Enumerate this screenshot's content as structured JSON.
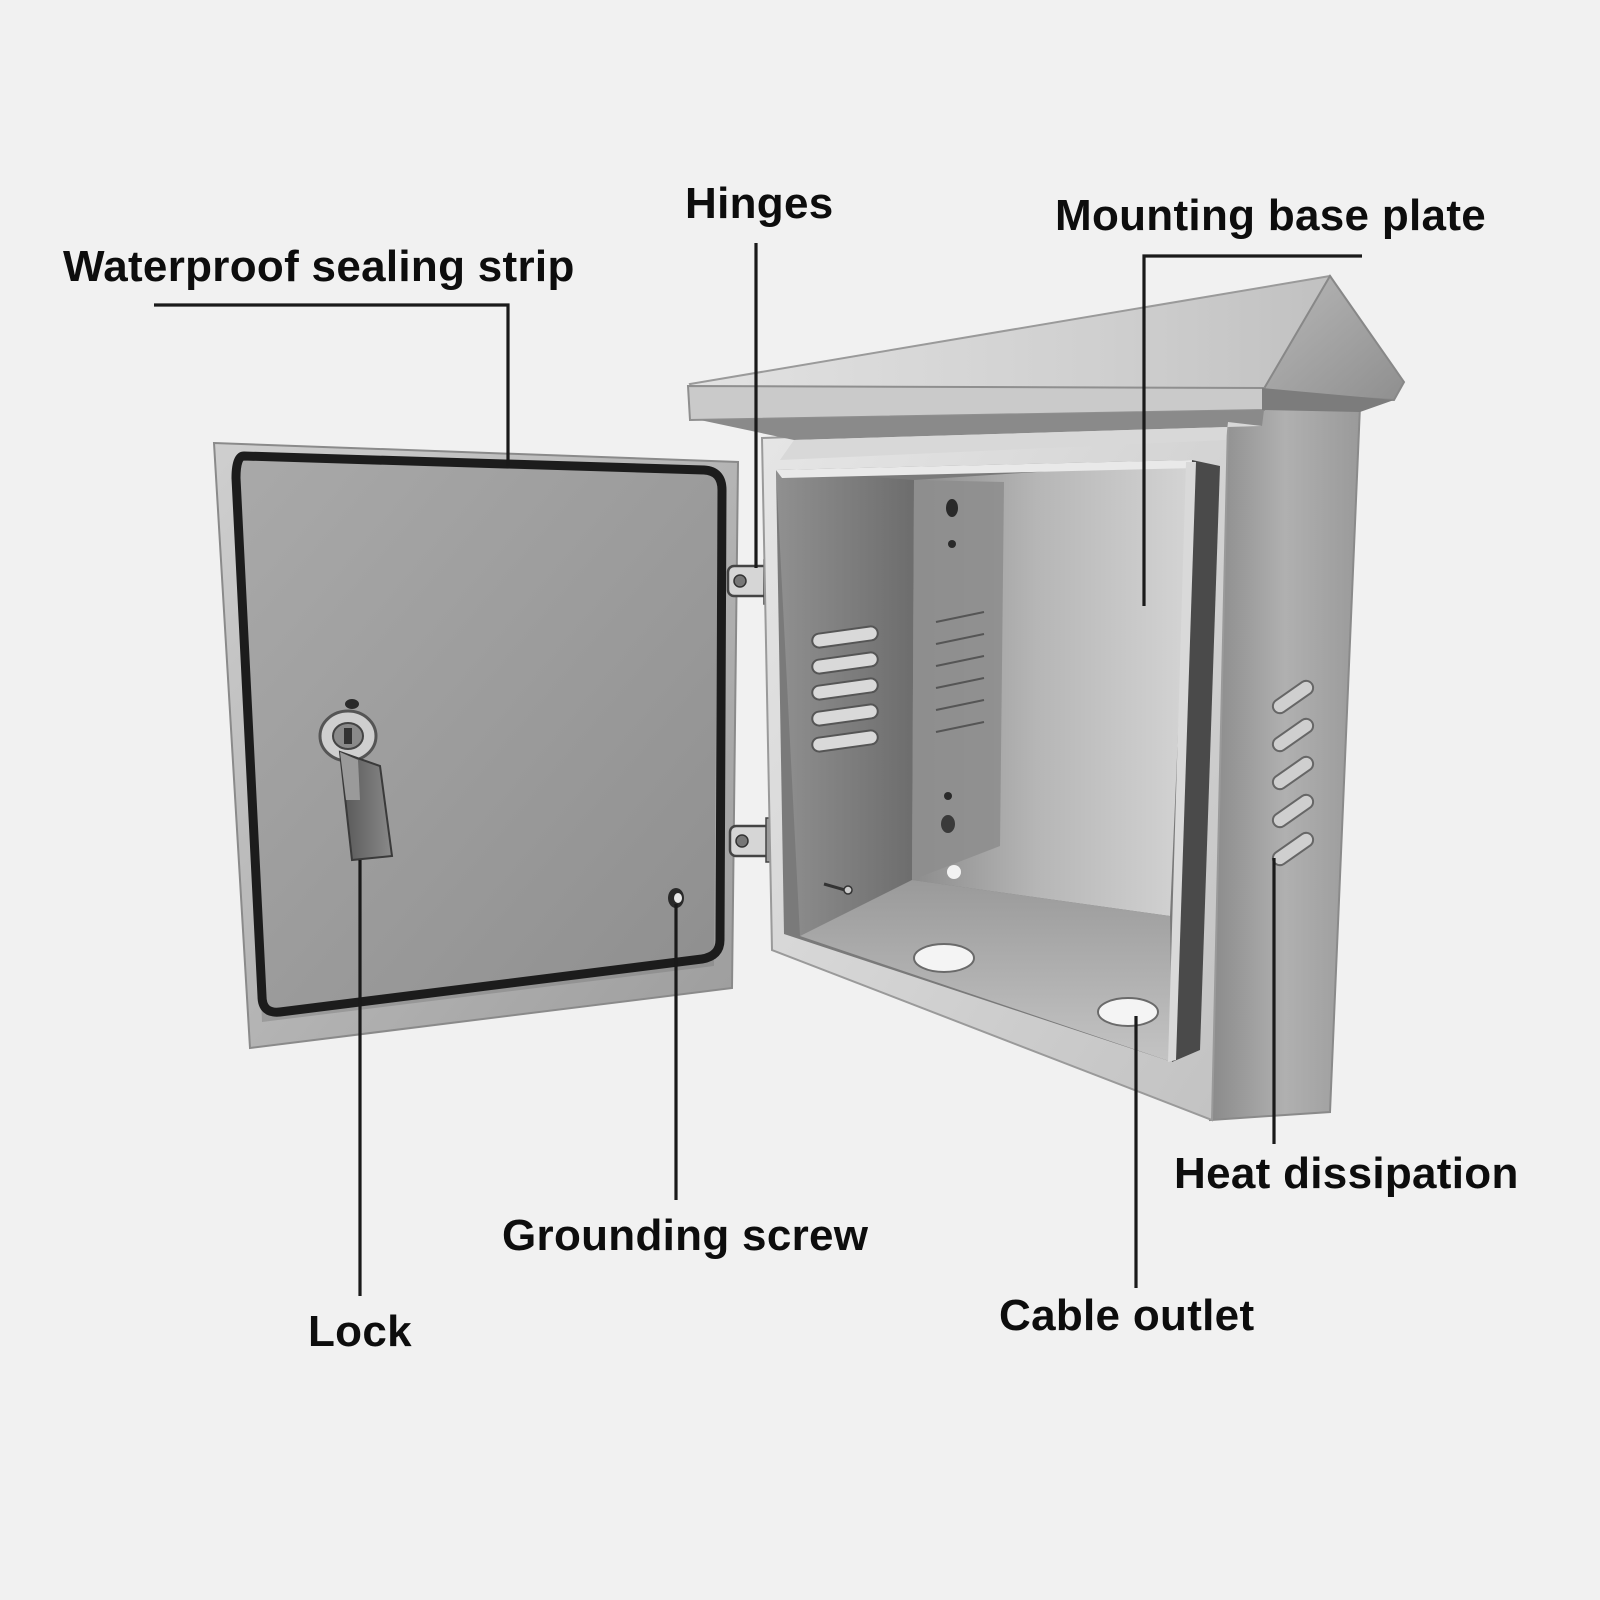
{
  "labels": {
    "waterproof_sealing_strip": "Waterproof sealing strip",
    "hinges": "Hinges",
    "mounting_base_plate": "Mounting base plate",
    "heat_dissipation": "Heat dissipation",
    "grounding_screw": "Grounding screw",
    "cable_outlet": "Cable outlet",
    "lock": "Lock"
  },
  "colors": {
    "background": "#f1f1f1",
    "leader_line": "#1a1a1a",
    "gasket": "#1c1c1c",
    "steel_light": "#dcdcdc",
    "steel_mid": "#a8a8a8",
    "steel_dark": "#6e6e6e"
  }
}
